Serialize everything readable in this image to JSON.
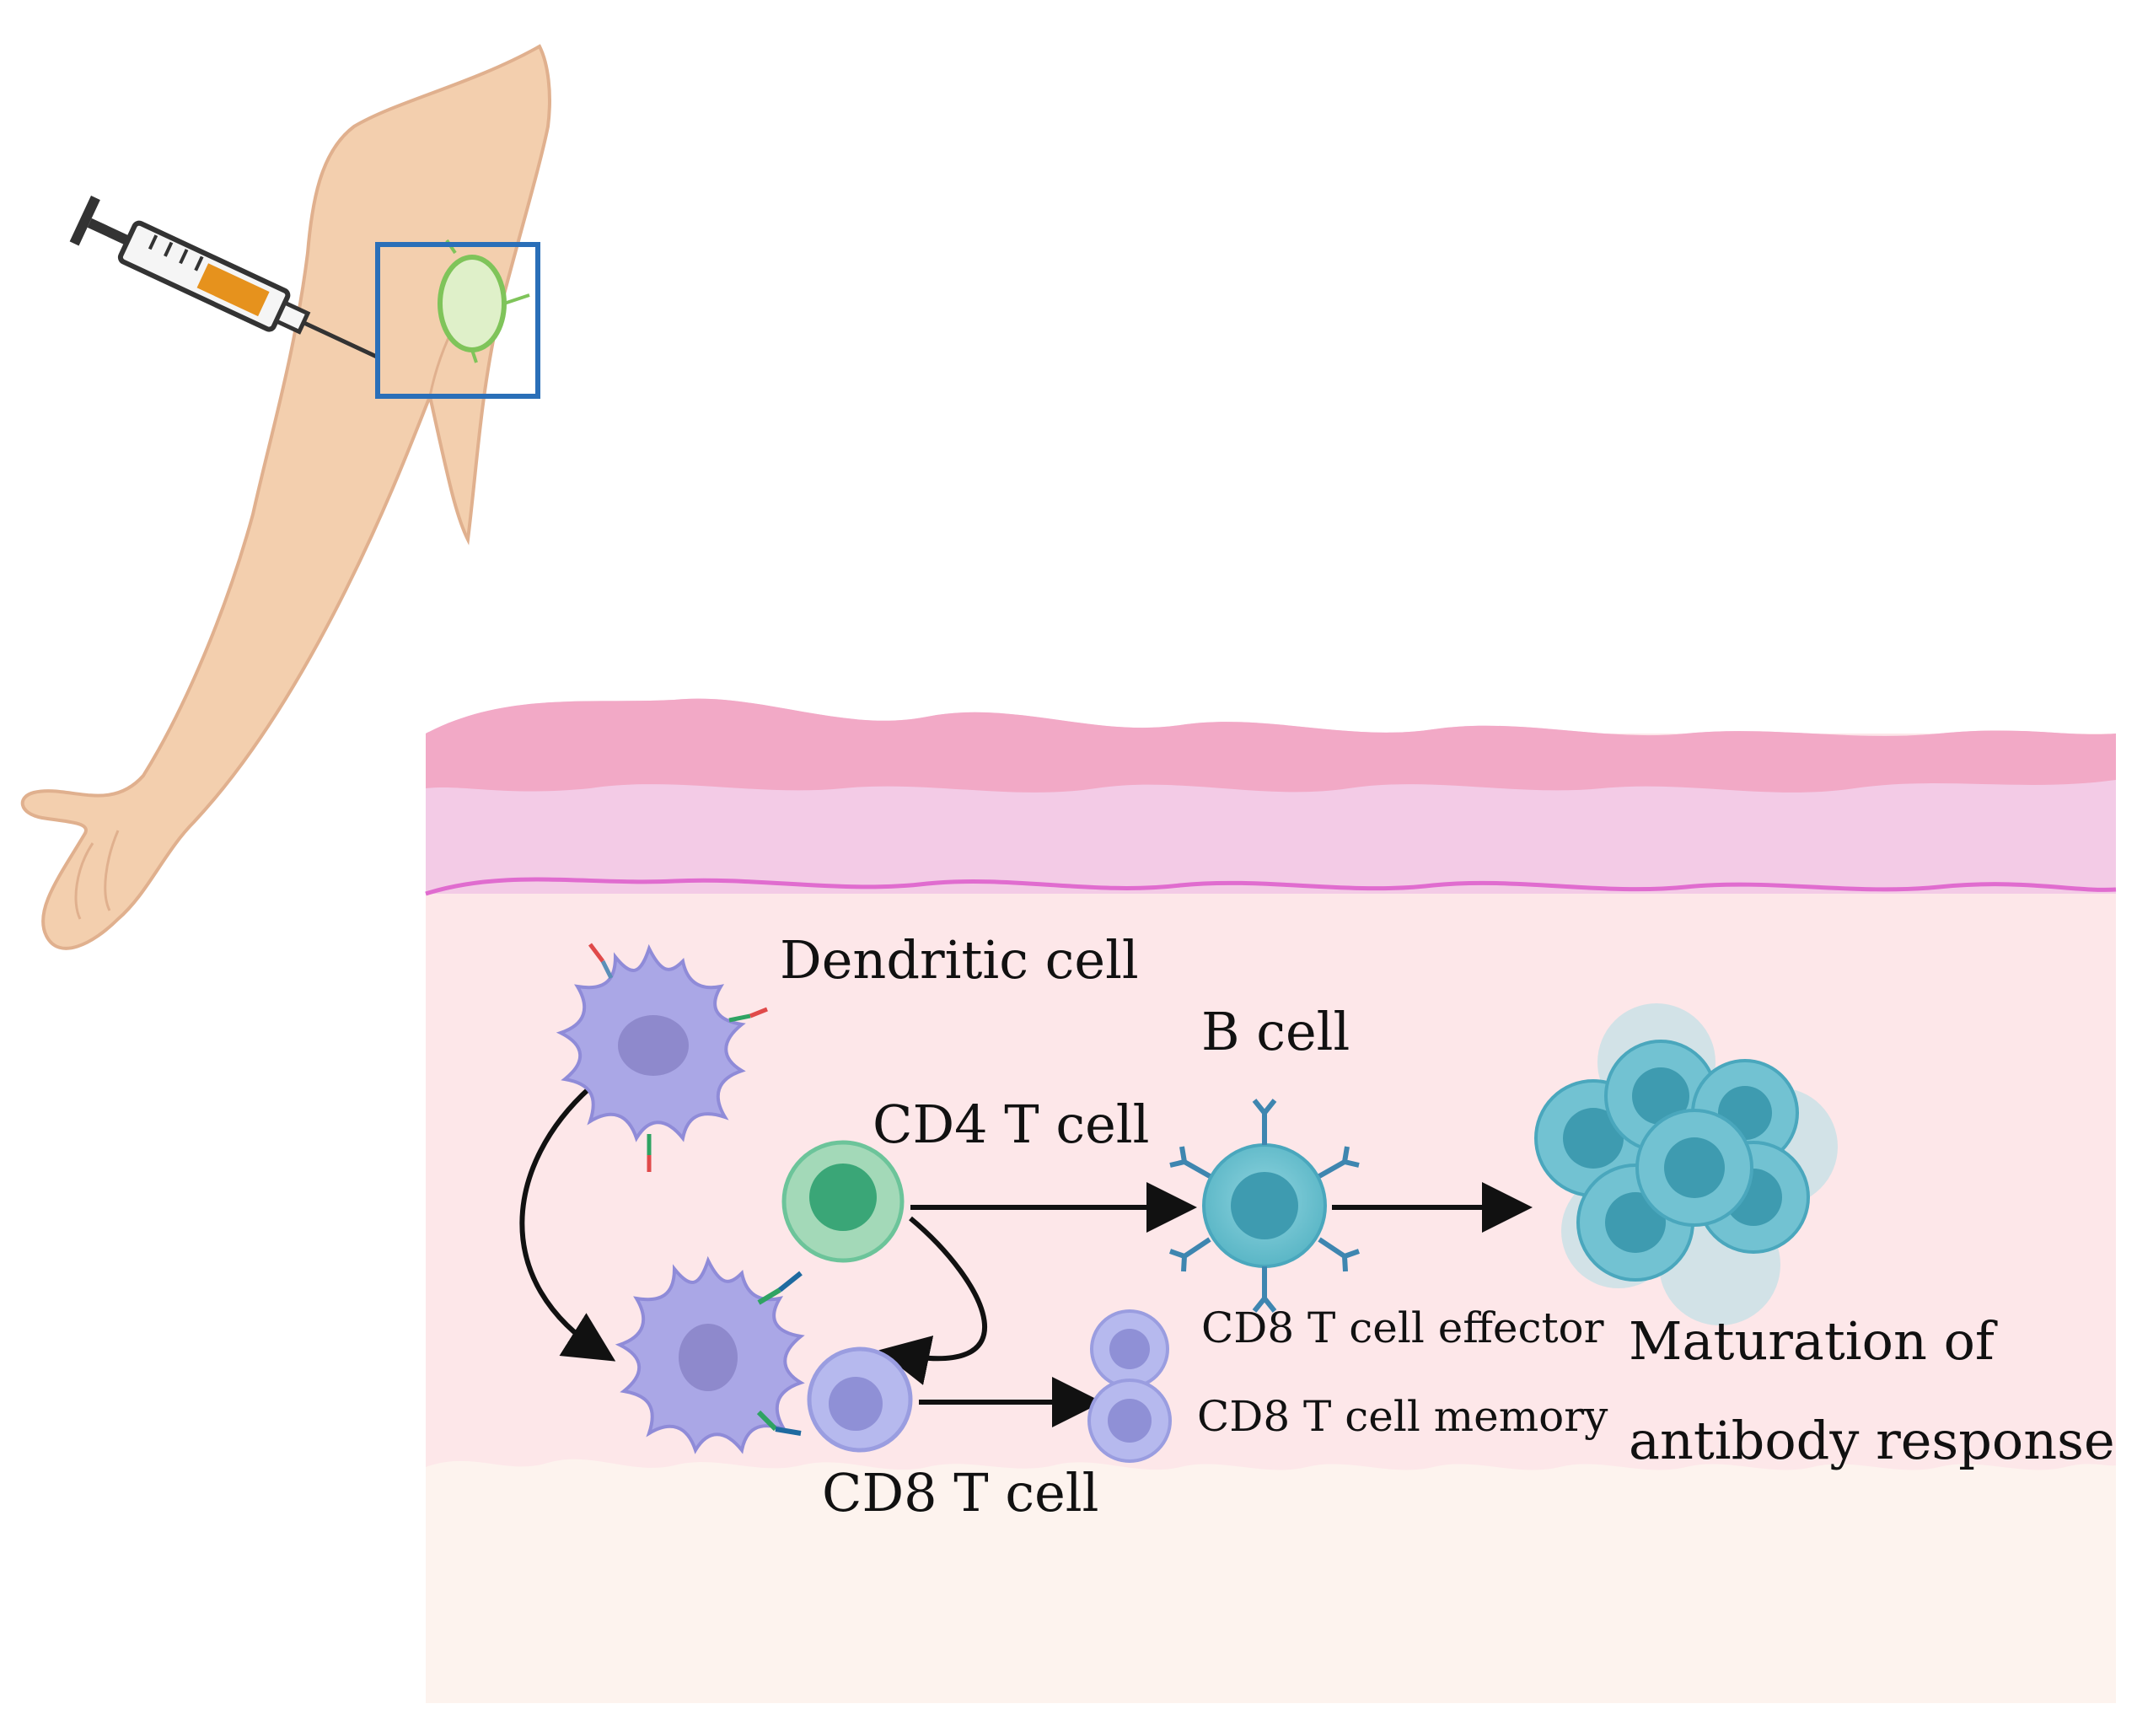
{
  "labels": {
    "dendritic_cell": "Dendritic cell",
    "b_cell": "B cell",
    "cd4_t_cell": "CD4 T cell",
    "cd8_t_cell": "CD8 T cell",
    "cd8_effector": "CD8 T cell effector",
    "cd8_memory": "CD8 T cell memory",
    "maturation_line1": "Maturation of",
    "maturation_line2": "antibody response"
  },
  "icons": [
    "arm-icon",
    "syringe-icon",
    "lymph-node-icon",
    "dendritic-cell-icon",
    "cd4-t-cell-icon",
    "cd8-t-cell-icon",
    "b-cell-icon",
    "plasma-cell-cluster-icon"
  ],
  "colors": {
    "skin_arm": "#f3cfae",
    "epidermis_top": "#f2a9c6",
    "epidermis_mid": "#f3cbe6",
    "dermis": "#fde7e9",
    "hypodermis": "#fdf3ee",
    "highlight_box": "#2a6fb8",
    "dendritic": "#aaa7e6",
    "cd4": "#6cc49a",
    "cd8": "#a9ade6",
    "b_cell": "#5fbccb",
    "plasma": "#4aa7bd"
  }
}
